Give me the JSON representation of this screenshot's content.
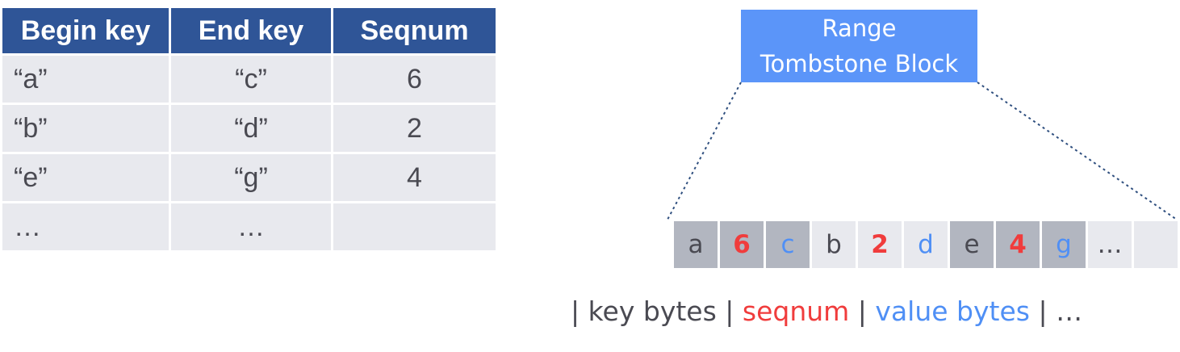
{
  "table": {
    "headers": [
      "Begin key",
      "End key",
      "Seqnum"
    ],
    "rows": [
      [
        "“a”",
        "“c”",
        "6"
      ],
      [
        "“b”",
        "“d”",
        "2"
      ],
      [
        "“e”",
        "“g”",
        "4"
      ],
      [
        "…",
        "…",
        ""
      ]
    ]
  },
  "block": {
    "line1": "Range",
    "line2": "Tombstone Block"
  },
  "bytes": [
    {
      "text": "a",
      "kind": "key",
      "shade": "dark"
    },
    {
      "text": "6",
      "kind": "seqnum",
      "shade": "dark"
    },
    {
      "text": "c",
      "kind": "value",
      "shade": "dark"
    },
    {
      "text": "b",
      "kind": "key",
      "shade": "light"
    },
    {
      "text": "2",
      "kind": "seqnum",
      "shade": "light"
    },
    {
      "text": "d",
      "kind": "value",
      "shade": "light"
    },
    {
      "text": "e",
      "kind": "key",
      "shade": "dark"
    },
    {
      "text": "4",
      "kind": "seqnum",
      "shade": "dark"
    },
    {
      "text": "g",
      "kind": "value",
      "shade": "dark"
    },
    {
      "text": "…",
      "kind": "key",
      "shade": "light"
    },
    {
      "text": "",
      "kind": "key",
      "shade": "light"
    }
  ],
  "legend": {
    "sep1": "| ",
    "key": "key bytes",
    "sep2": " | ",
    "seq": "seqnum",
    "sep3": " | ",
    "val": "value bytes",
    "sep4": " | ",
    "more": "…"
  },
  "colors": {
    "header_bg": "#2f5597",
    "cell_bg": "#e8e9ee",
    "block_bg": "#5b95f9",
    "seqnum": "#f03c3c",
    "value": "#4f8ff5"
  }
}
